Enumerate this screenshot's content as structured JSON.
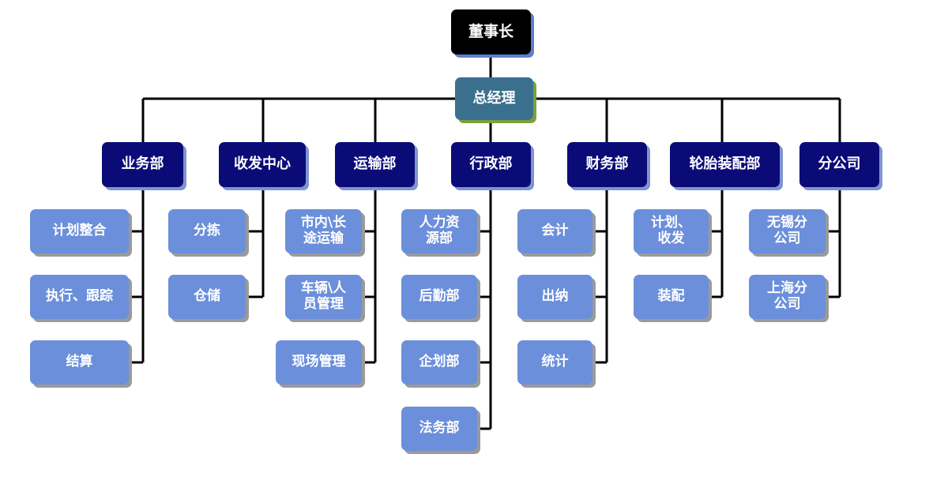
{
  "top": {
    "label": "董事长"
  },
  "manager": {
    "label": "总经理"
  },
  "departments": [
    {
      "label": "业务部",
      "children": [
        "计划整合",
        "执行、跟踪",
        "结算"
      ]
    },
    {
      "label": "收发中心",
      "children": [
        "分拣",
        "仓储"
      ]
    },
    {
      "label": "运输部",
      "children": [
        "市内\\长\n途运输",
        "车辆\\人\n员管理",
        "现场管理"
      ]
    },
    {
      "label": "行政部",
      "children": [
        "人力资\n源部",
        "后勤部",
        "企划部",
        "法务部"
      ]
    },
    {
      "label": "财务部",
      "children": [
        "会计",
        "出纳",
        "统计"
      ]
    },
    {
      "label": "轮胎装配部",
      "children": [
        "计划、\n收发",
        "装配"
      ]
    },
    {
      "label": "分公司",
      "children": [
        "无锡分\n公司",
        "上海分\n公司"
      ]
    }
  ]
}
